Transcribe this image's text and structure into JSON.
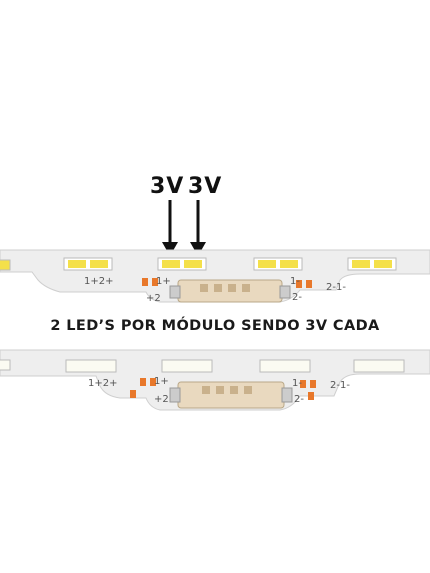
{
  "labels": {
    "voltage_left": "3V",
    "voltage_right": "3V",
    "caption": "2 LED’S POR MÓDULO SENDO 3V CADA"
  },
  "silkscreen": {
    "a": "1+2+",
    "b": "1+",
    "c": "+2",
    "d": "1-",
    "e": "2-",
    "f": "2-1-"
  },
  "colors": {
    "strip": "#eeeeee",
    "strip_edge": "#cfcfcf",
    "led_yellow": "#f4e04a",
    "led_white": "#fbfbf2",
    "pad_orange": "#e8782b",
    "connector": "#e9d9bf"
  }
}
